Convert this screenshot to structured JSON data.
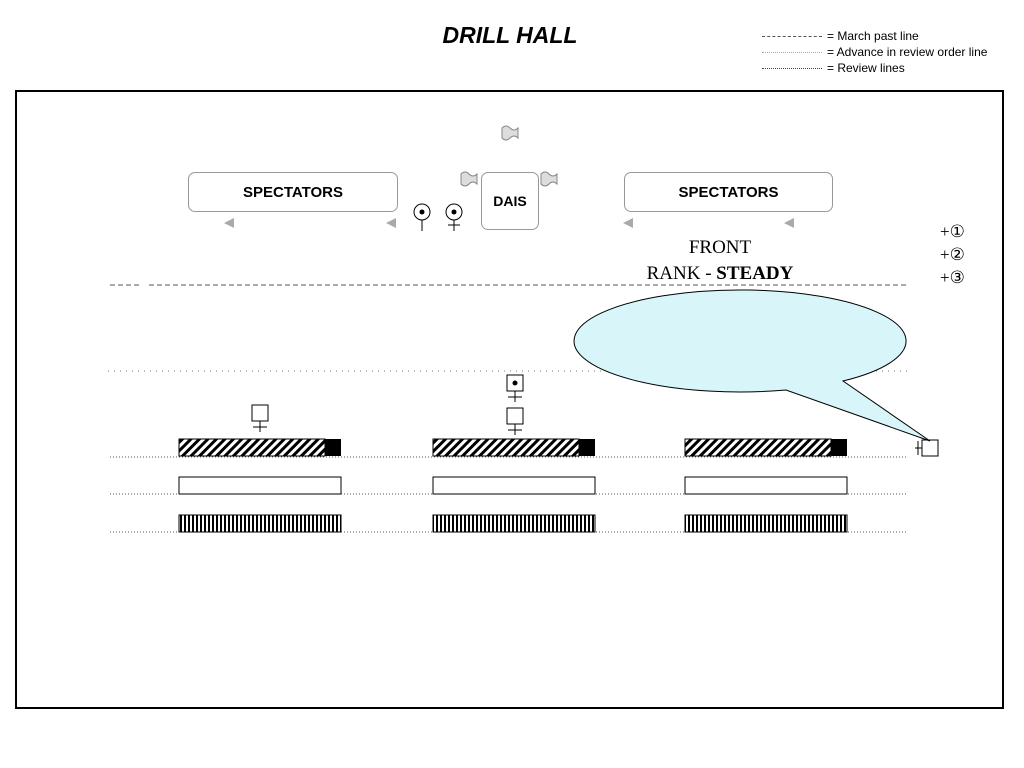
{
  "title": "DRILL HALL",
  "legend": [
    {
      "style": "dashed",
      "label": "= March past line"
    },
    {
      "style": "sparse",
      "label": "= Advance in review order line"
    },
    {
      "style": "dense",
      "label": "= Review lines"
    }
  ],
  "spectators_left": "SPECTATORS",
  "spectators_right": "SPECTATORS",
  "dais": "DAIS",
  "callout": {
    "line1": "FRONT",
    "line2_prefix": "RANK - ",
    "line2_bold": "STEADY",
    "fill": "#d8f6fa"
  },
  "ranks": [
    "+①",
    "+②",
    "+③"
  ]
}
